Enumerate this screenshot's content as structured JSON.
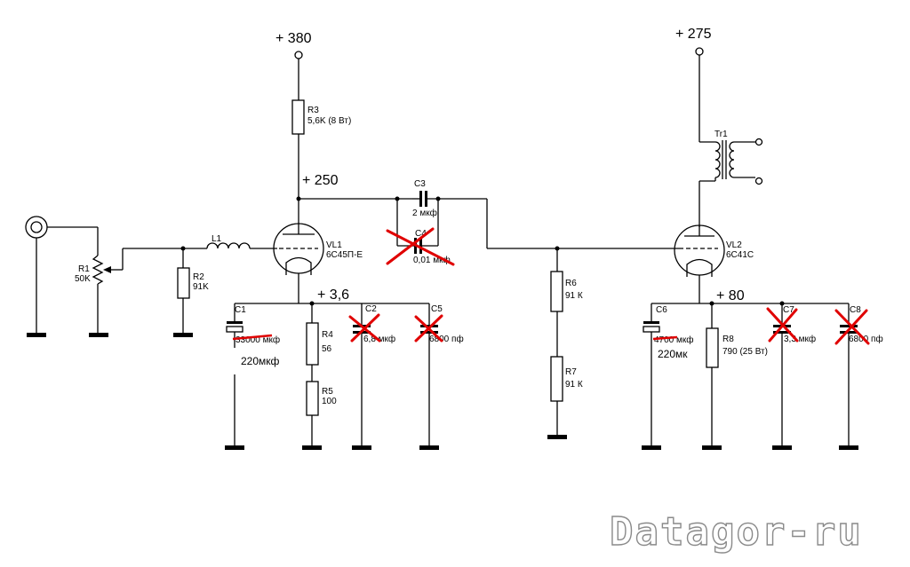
{
  "rails": {
    "v380": "+ 380",
    "v250": "+ 250",
    "v36": "+ 3,6",
    "v275": "+ 275",
    "v80": "+ 80"
  },
  "components": {
    "R1": {
      "ref": "R1",
      "value": "50K"
    },
    "R2": {
      "ref": "R2",
      "value": "91K"
    },
    "L1": {
      "ref": "L1"
    },
    "R3": {
      "ref": "R3",
      "value": "5,6K (8 Вт)"
    },
    "VL1": {
      "ref": "VL1",
      "value": "6С45П-Е"
    },
    "C1": {
      "ref": "C1",
      "value": "33000 мкф",
      "replacement": "220мкф"
    },
    "R4": {
      "ref": "R4",
      "value": "56"
    },
    "R5": {
      "ref": "R5",
      "value": "100"
    },
    "C2": {
      "ref": "C2",
      "value": "6,8 мкф"
    },
    "C5": {
      "ref": "C5",
      "value": "6800 пф"
    },
    "C3": {
      "ref": "C3",
      "value": "2 мкф"
    },
    "C4": {
      "ref": "C4",
      "value": "0,01 мкф"
    },
    "R6": {
      "ref": "R6",
      "value": "91 К"
    },
    "R7": {
      "ref": "R7",
      "value": "91 К"
    },
    "Tr1": {
      "ref": "Tr1"
    },
    "VL2": {
      "ref": "VL2",
      "value": "6С41С"
    },
    "C6": {
      "ref": "C6",
      "value": "4700 мкф",
      "replacement": "220мк"
    },
    "R8": {
      "ref": "R8",
      "value": "790 (25 Вт)"
    },
    "C7": {
      "ref": "C7",
      "value": "3,3 мкф"
    },
    "C8": {
      "ref": "C8",
      "value": "6800 пф"
    }
  },
  "watermark": "Datagor-ru",
  "colors": {
    "wire": "#000000",
    "removed_mark": "#e00000",
    "watermark_outline": "#8a8a8a"
  }
}
